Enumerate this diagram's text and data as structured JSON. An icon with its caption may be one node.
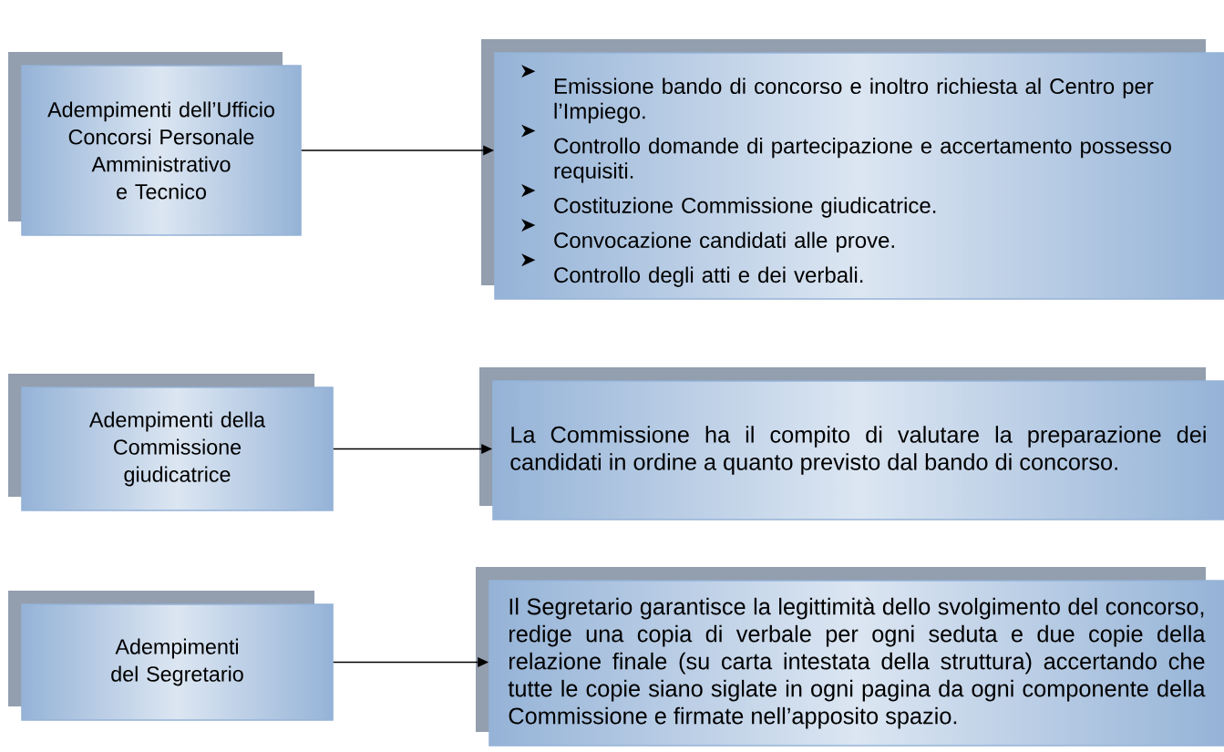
{
  "diagram": {
    "nodes": [
      {
        "text": [
          "Adempimenti dell’Ufficio Concorsi Personale Amministrativo e Tecnico"
        ]
      },
      {
        "text": [
          "Emissione bando di concorso e inoltro richiesta al Centro per l’Impiego.",
          "Controllo domande di partecipazione e accertamento possesso requisiti.",
          "Costituzione Commissione giudicatrice.",
          "Convocazione candidati alle prove.",
          "Controllo degli atti e dei verbali."
        ]
      },
      {
        "text": [
          "Adempimenti della Commissione giudicatrice"
        ]
      },
      {
        "text": [
          "La Commissione ha il compito di valutare la preparazione dei candidati in ordine a quanto previsto dal bando di concorso."
        ]
      },
      {
        "text": [
          "Adempimenti del Segretario"
        ]
      },
      {
        "text": [
          "Il Segretario garantisce la legittimità dello svolgimento del concorso, redige una copia di verbale per ogni seduta e due copie della relazione finale (su carta intestata della struttura) accertando che tutte le copie siano siglate in ogni pagina da ogni componente della Commissione e firmate nell’apposito spazio."
        ]
      }
    ],
    "edges": [
      {
        "from": 0,
        "to": 1,
        "arrow": "to"
      },
      {
        "from": 2,
        "to": 3,
        "arrow": "to"
      },
      {
        "from": 4,
        "to": 5,
        "arrow": "to"
      }
    ]
  }
}
